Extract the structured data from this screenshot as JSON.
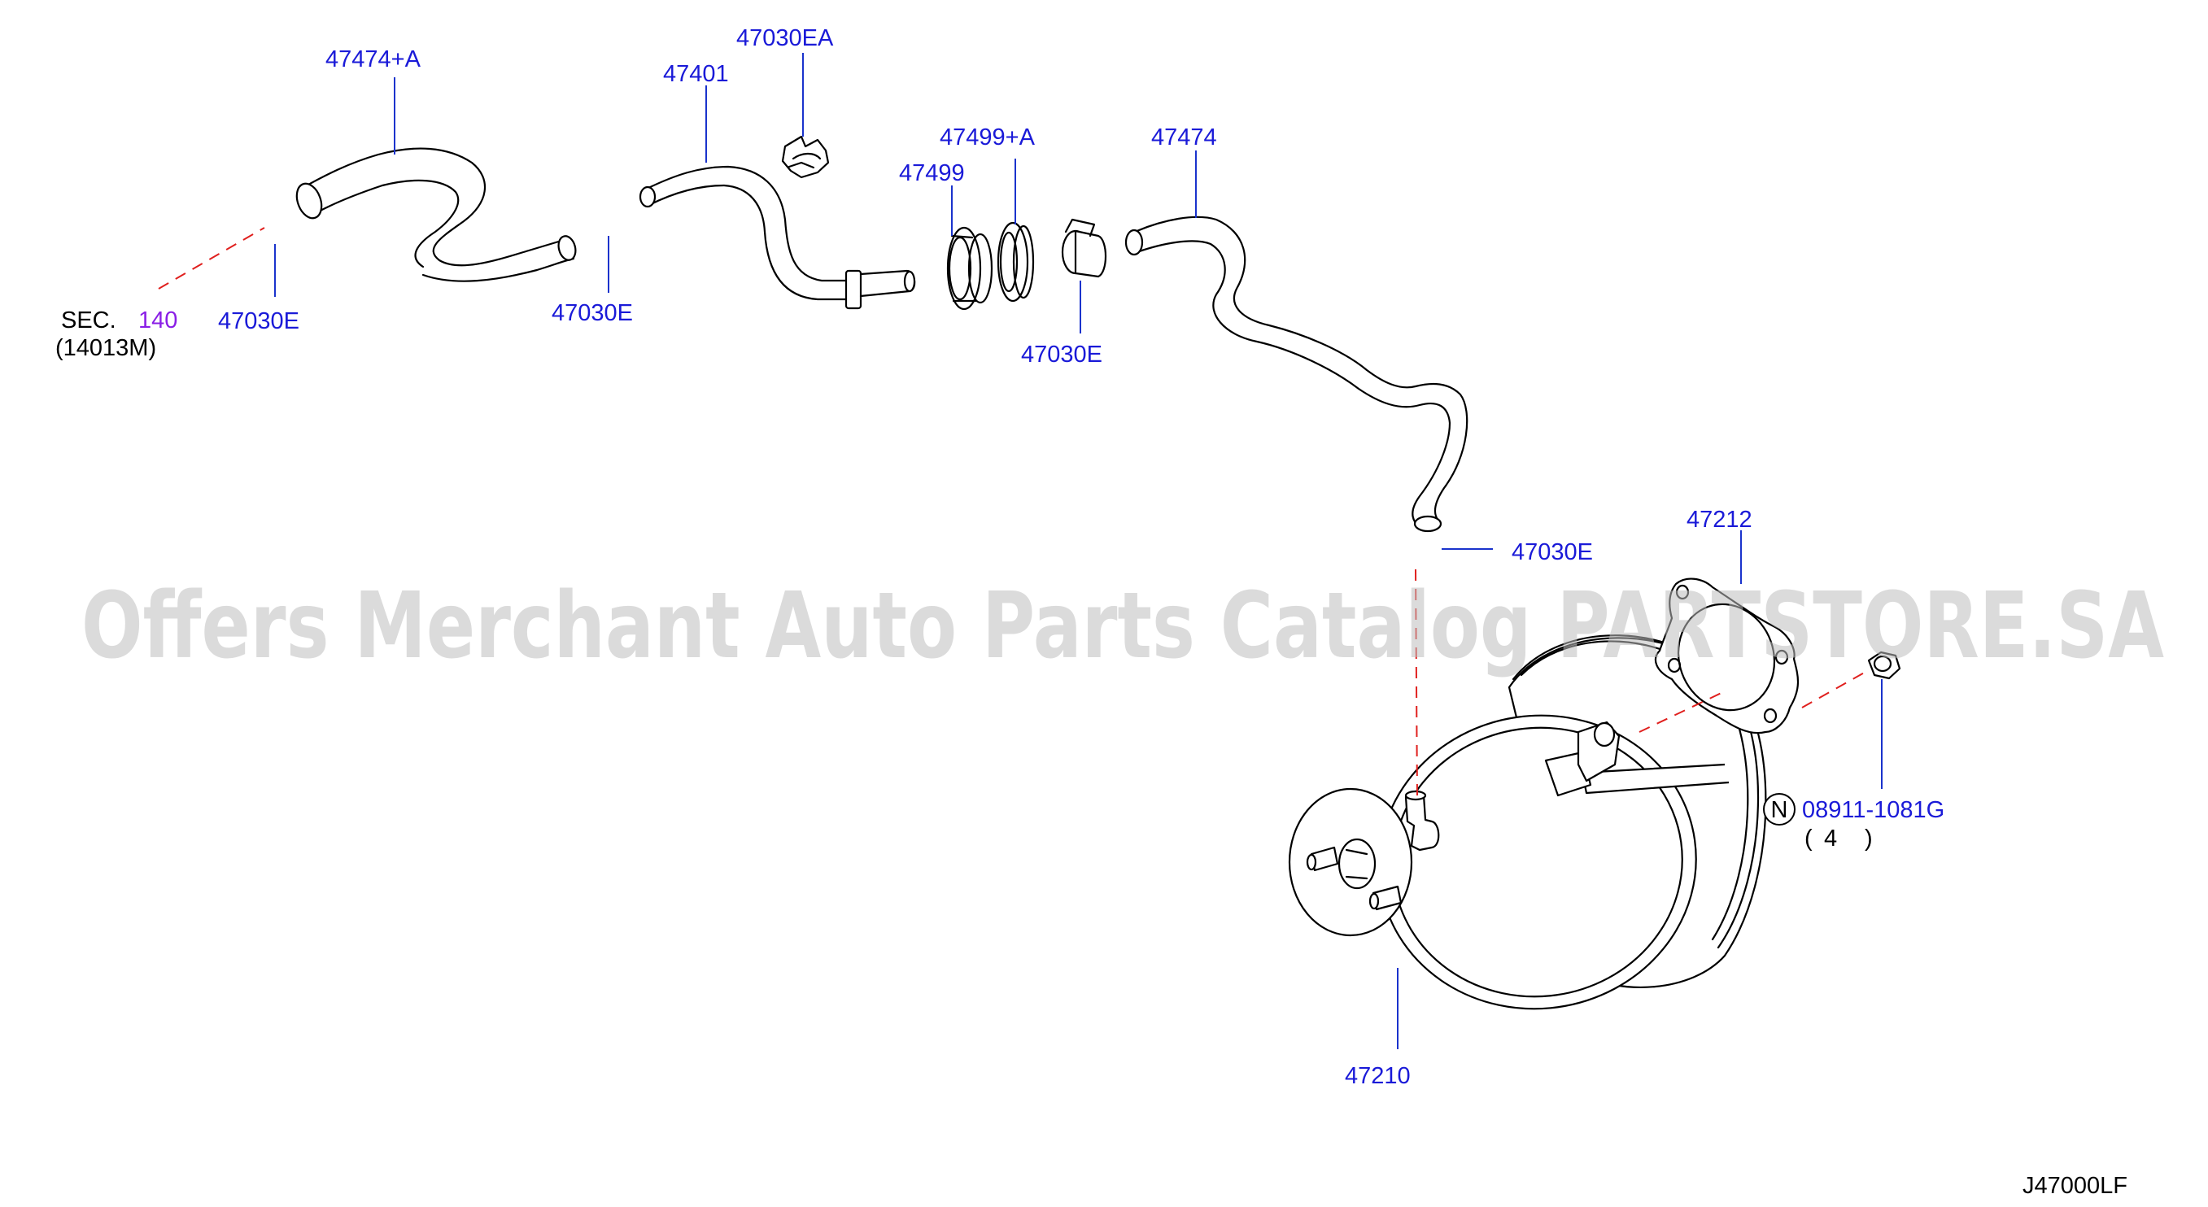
{
  "watermark": "Offers Merchant Auto Parts Catalog PARTSTORE.SA",
  "diagram_code": "J47000LF",
  "section_ref": {
    "prefix": "SEC.",
    "number": "140",
    "sub": "(14013M)"
  },
  "fastener": {
    "symbol": "N",
    "part_no": "08911-1081G",
    "qty_open": "(",
    "qty": "4",
    "qty_close": ")"
  },
  "labels": {
    "hose_a": "47474+A",
    "clamp_left": "47030E",
    "hose_47401": "47401",
    "clamp_mid": "47030E",
    "clip_ea": "47030EA",
    "valve_a": "47499+A",
    "valve": "47499",
    "clamp_right": "47030E",
    "hose_47474": "47474",
    "clamp_booster": "47030E",
    "gasket": "47212",
    "booster": "47210"
  },
  "colors": {
    "label": "#1a1ad8",
    "leader": "#1a33cc",
    "dash": "#e0201e",
    "section": "#8a1ee6",
    "watermark": "#bdbdbd"
  }
}
